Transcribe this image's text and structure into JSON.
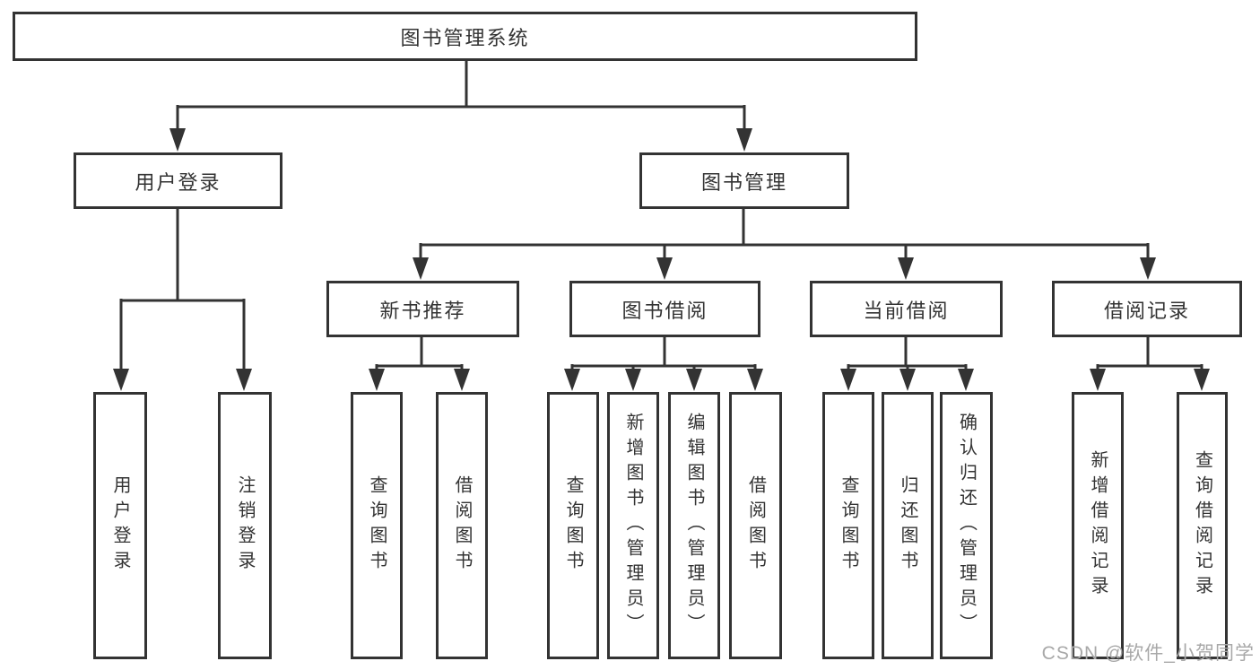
{
  "diagram": {
    "root": {
      "label": "图书管理系统"
    },
    "branches": [
      {
        "label": "用户登录",
        "children": [
          {
            "label": "用户登录"
          },
          {
            "label": "注销登录"
          }
        ]
      },
      {
        "label": "图书管理",
        "sections": [
          {
            "label": "新书推荐",
            "children": [
              {
                "label": "查询图书"
              },
              {
                "label": "借阅图书"
              }
            ]
          },
          {
            "label": "图书借阅",
            "children": [
              {
                "label": "查询图书"
              },
              {
                "label": "新增图书（管理员）"
              },
              {
                "label": "编辑图书（管理员）"
              },
              {
                "label": "借阅图书"
              }
            ]
          },
          {
            "label": "当前借阅",
            "children": [
              {
                "label": "查询图书"
              },
              {
                "label": "归还图书"
              },
              {
                "label": "确认归还（管理员）"
              }
            ]
          },
          {
            "label": "借阅记录",
            "children": [
              {
                "label": "新增借阅记录"
              },
              {
                "label": "查询借阅记录"
              }
            ]
          }
        ]
      }
    ]
  },
  "watermark": {
    "text": "CSDN @软件_小贺同学"
  },
  "colors": {
    "line": "#333333",
    "text": "#333333",
    "background": "#ffffff",
    "watermark": "#a8a8a8"
  }
}
